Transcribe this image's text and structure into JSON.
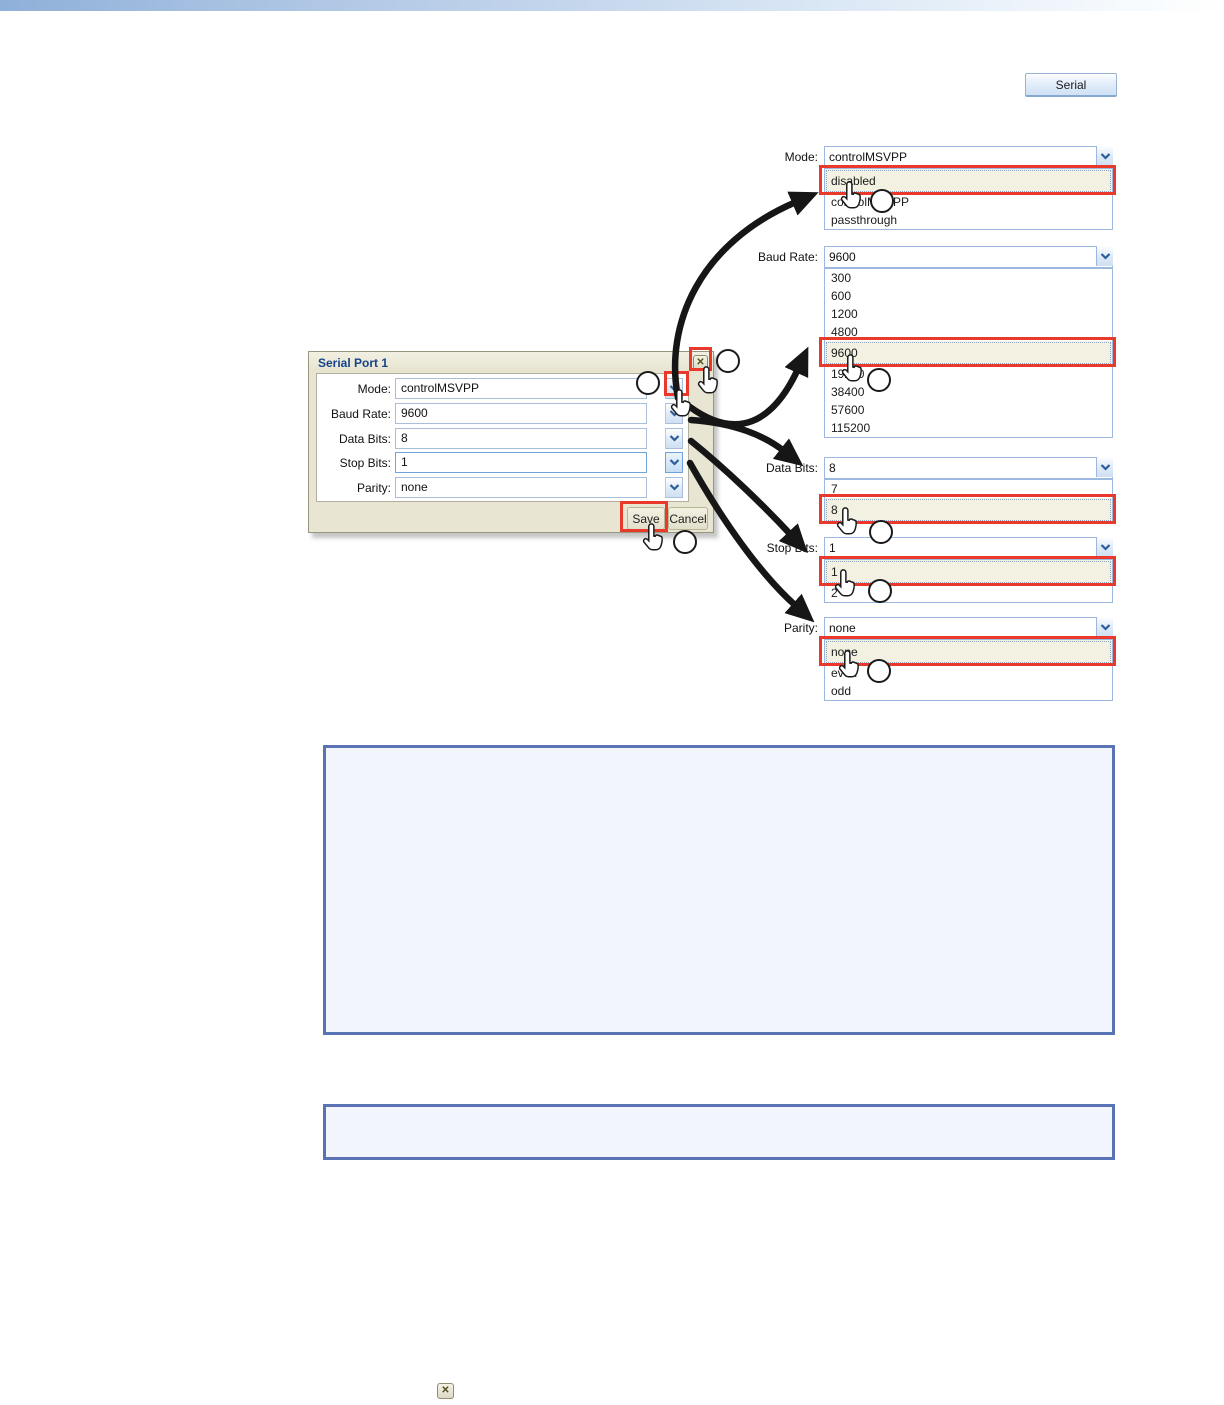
{
  "toolbar": {
    "serial_label": "Serial"
  },
  "dialog": {
    "title": "Serial Port 1",
    "fields": [
      {
        "label": "Mode:",
        "value": "controlMSVPP"
      },
      {
        "label": "Baud Rate:",
        "value": "9600"
      },
      {
        "label": "Data Bits:",
        "value": "8"
      },
      {
        "label": "Stop Bits:",
        "value": "1"
      },
      {
        "label": "Parity:",
        "value": "none"
      }
    ],
    "save_label": "Save",
    "cancel_label": "Cancel"
  },
  "combos": [
    {
      "label": "Mode:",
      "value": "controlMSVPP",
      "selected": "disabled",
      "options": [
        "disabled",
        "controlMSVPP",
        "passthrough"
      ]
    },
    {
      "label": "Baud Rate:",
      "value": "9600",
      "selected": "9600",
      "options": [
        "300",
        "600",
        "1200",
        "4800",
        "9600",
        "19200",
        "38400",
        "57600",
        "115200"
      ]
    },
    {
      "label": "Data Bits:",
      "value": "8",
      "selected": "8",
      "options": [
        "7",
        "8"
      ]
    },
    {
      "label": "Stop Bits:",
      "value": "1",
      "selected": "1",
      "options": [
        "1",
        "2"
      ]
    },
    {
      "label": "Parity:",
      "value": "none",
      "selected": "none",
      "options": [
        "none",
        "even",
        "odd"
      ]
    }
  ],
  "icons": {
    "close": "✕"
  },
  "colors": {
    "annotation_red": "#e8392b",
    "note_box_border": "#5a73b4",
    "selected_row_bg": "#f2f1e2",
    "title_blue": "#15428b"
  }
}
